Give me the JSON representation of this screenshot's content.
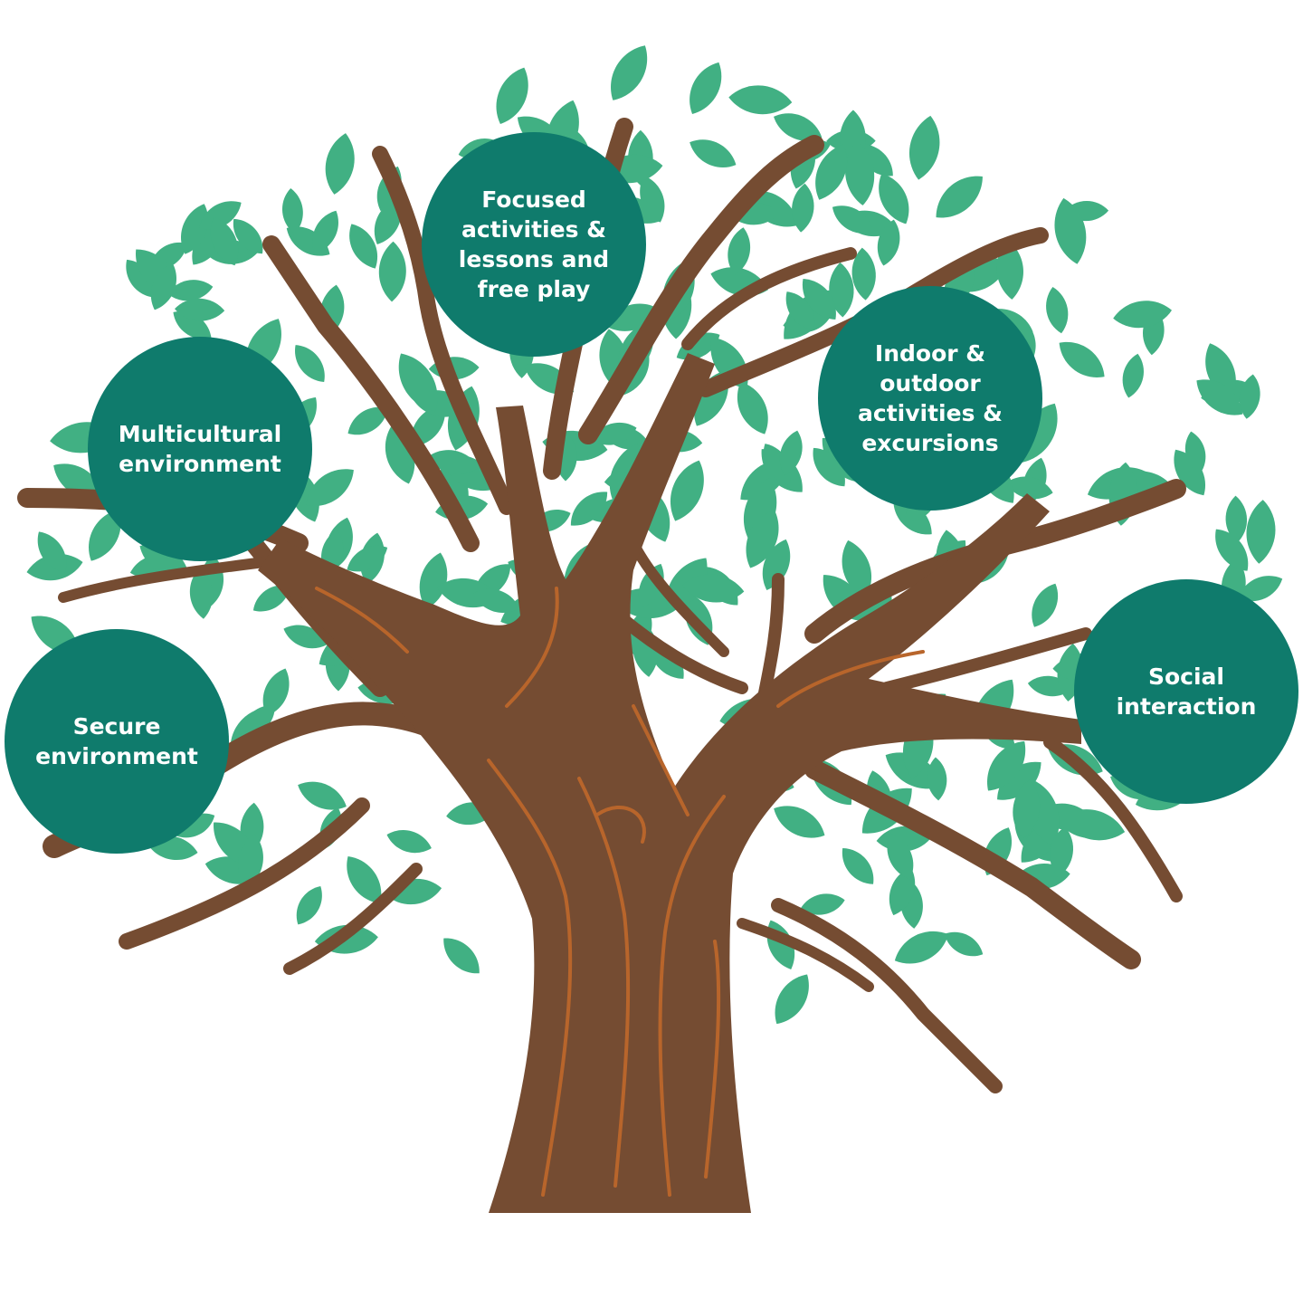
{
  "colors": {
    "background": "#ffffff",
    "leaf": "#41b083",
    "trunk": "#754c32",
    "bark_line": "#b8652b",
    "circle": "#0f7b6c",
    "circle_text": "#ffffff"
  },
  "nodes": [
    {
      "id": "secure-environment",
      "label": "Secure\nenvironment"
    },
    {
      "id": "multicultural-environment",
      "label": "Multicultural\nenvironment"
    },
    {
      "id": "focused-activities",
      "label": "Focused\nactivities &\nlessons and\nfree play"
    },
    {
      "id": "indoor-outdoor-activities",
      "label": "Indoor &\noutdoor\nactivities &\nexcursions"
    },
    {
      "id": "social-interaction",
      "label": "Social\ninteraction"
    }
  ]
}
